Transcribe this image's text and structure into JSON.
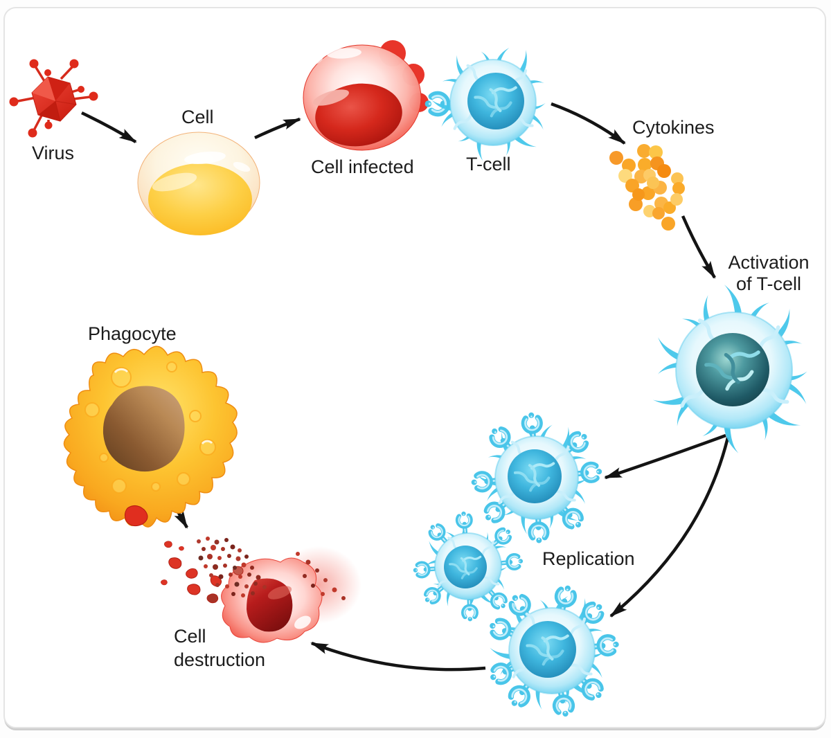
{
  "diagram": {
    "labels": {
      "virus": "Virus",
      "cell": "Cell",
      "cell_infected": "Cell infected",
      "t_cell": "T-cell",
      "cytokines": "Cytokines",
      "activation": {
        "line1": "Activation",
        "line2": "of T-cell"
      },
      "replication": "Replication",
      "phagocyte": "Phagocyte",
      "cell_destruction": {
        "line1": "Cell",
        "line2": "destruction"
      }
    },
    "colors": {
      "virus_red": "#df2b1b",
      "infected_cell_red": "#e8352a",
      "healthy_cell_yellow": "#fbc12d",
      "t_cell_blue": "#45c6ea",
      "t_cell_nucleus_blue": "#2d9fc9",
      "activated_nucleus_teal": "#1f5a66",
      "cytokine_orange": "#f7941d",
      "phagocyte_orange": "#f9a81f",
      "phagocyte_nucleus_brown": "#8a5a31",
      "debris_dark_red": "#922b21",
      "arrow_black": "#141414",
      "label_text": "#1c1c1c",
      "background": "#ffffff"
    }
  }
}
